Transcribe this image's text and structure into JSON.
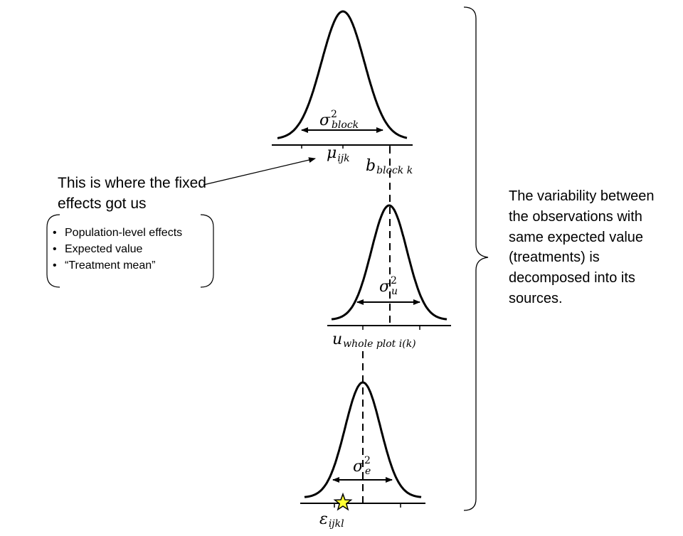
{
  "left_callout": {
    "title": "This is where the fixed effects got us",
    "bullets": [
      "Population-level effects",
      "Expected value",
      "“Treatment mean”"
    ]
  },
  "right_note": "The variability between the observations with same expected value (treatments) is decomposed into its sources.",
  "block_level": {
    "variance_base": "σ",
    "variance_sup": "2",
    "variance_sub": "block",
    "mean_label_base": "μ",
    "mean_label_sub": "ijk",
    "effect_label_base": "b",
    "effect_label_sub": "block k"
  },
  "whole_plot_level": {
    "variance_base": "σ",
    "variance_sup": "2",
    "variance_sub": "u",
    "effect_label_base": "u",
    "effect_label_sub": "whole plot i(k)"
  },
  "residual_level": {
    "variance_base": "σ",
    "variance_sup": "2",
    "variance_sub": "e",
    "effect_label_base": "ε",
    "effect_label_sub": "ijkl"
  },
  "colors": {
    "star_fill": "#ffff33",
    "ink": "#000000"
  }
}
